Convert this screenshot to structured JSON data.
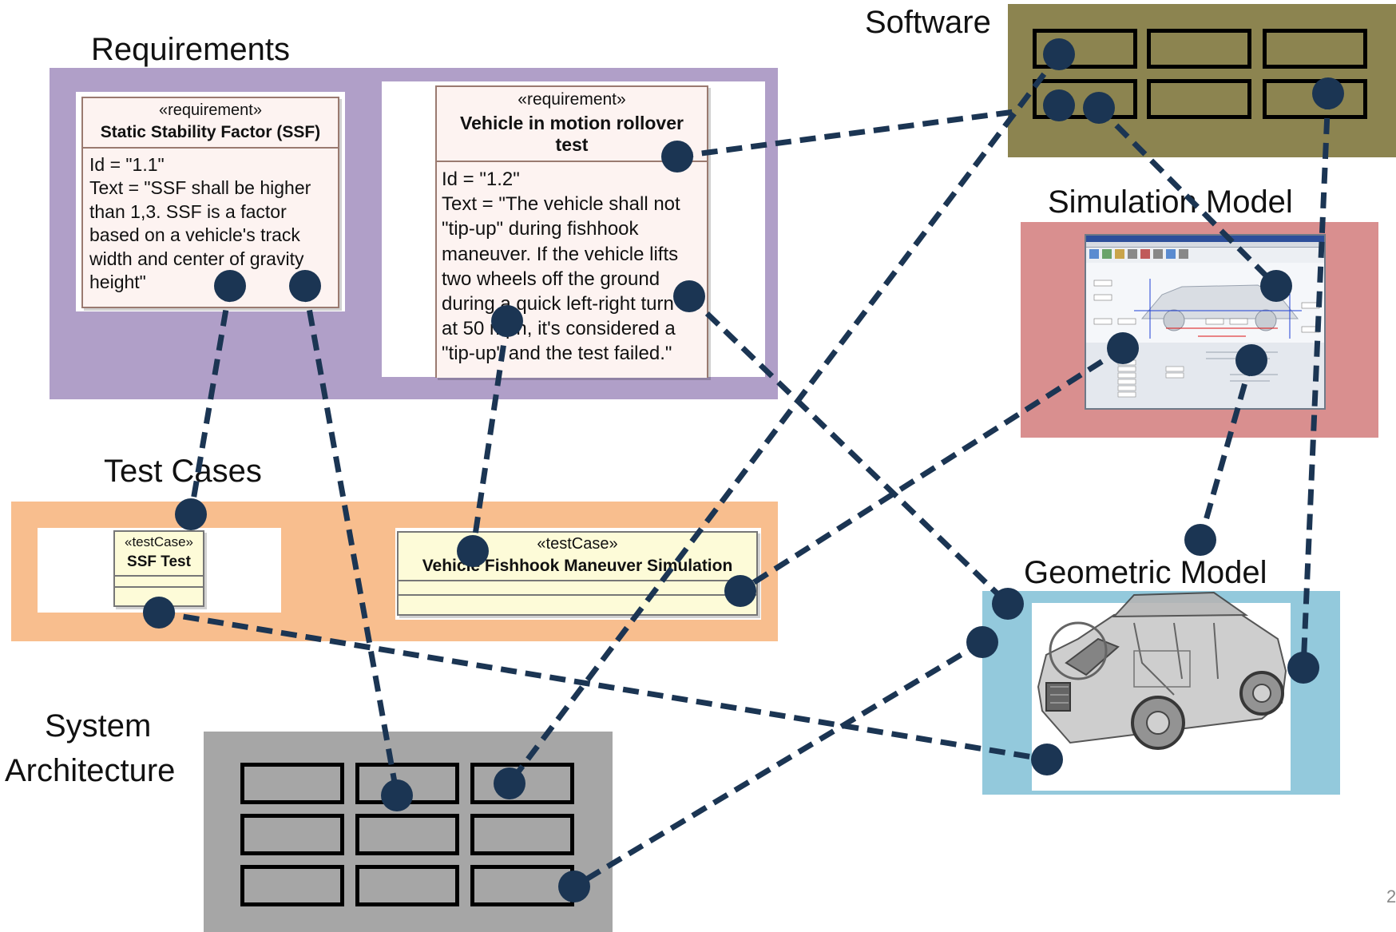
{
  "labels": {
    "requirements": "Requirements",
    "software": "Software",
    "simulation_model": "Simulation Model",
    "test_cases": "Test Cases",
    "geometric_model": "Geometric Model",
    "system_architecture_line1": "System",
    "system_architecture_line2": "Architecture",
    "page_number": "2"
  },
  "requirements": [
    {
      "stereotype": "«requirement»",
      "title": "Static Stability Factor (SSF)",
      "id_line": "Id = \"1.1\"",
      "text_lines": [
        "Text = \"SSF shall be higher",
        "than 1,3. SSF is a factor",
        "based on a vehicle's track",
        "width and center of gravity",
        "height\""
      ]
    },
    {
      "stereotype": "«requirement»",
      "title_line1": "Vehicle in motion rollover",
      "title_line2": "test",
      "id_line": "Id = \"1.2\"",
      "text_lines": [
        "Text = \"The vehicle shall not",
        "\"tip-up\" during fishhook",
        "maneuver. If the vehicle lifts",
        "two wheels off the ground",
        "during a quick left-right turn",
        "at 50 mph, it's considered a",
        "\"tip-up\" and the test failed.\""
      ]
    }
  ],
  "test_cases": [
    {
      "stereotype": "«testCase»",
      "title": "SSF Test"
    },
    {
      "stereotype": "«testCase»",
      "title": "Vehicle Fishhook Maneuver Simulation"
    }
  ],
  "colors": {
    "requirements_bg": "#b09fc8",
    "software_bg": "#8c8450",
    "simulation_bg": "#d98f8f",
    "testcases_bg": "#f8be8e",
    "geometric_bg": "#93c9dc",
    "architecture_bg": "#a6a6a6",
    "link": "#1b3553"
  },
  "icons": {
    "simulation_screenshot": "simulation-software-window",
    "geometric_image": "suv-xray-3d-model"
  }
}
